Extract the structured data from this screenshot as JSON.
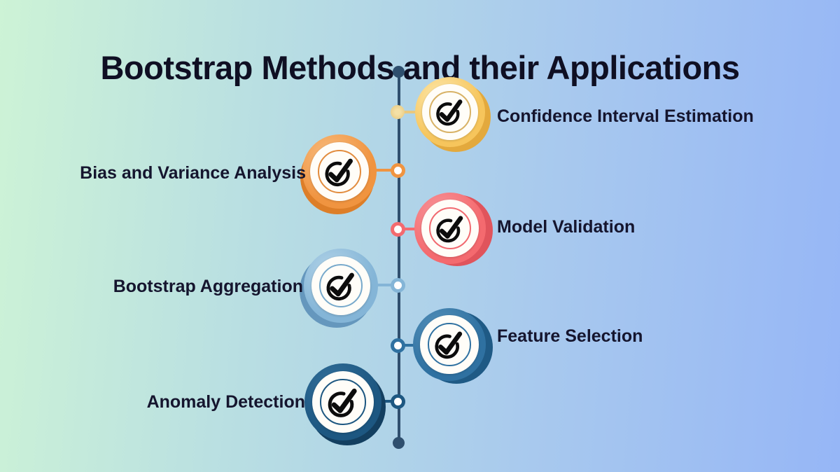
{
  "title": "Bootstrap Methods and their Applications",
  "background": {
    "gradient_left": "#cdf3d6",
    "gradient_right": "#96b6f6"
  },
  "timeline": {
    "line_color": "#2f4f6e",
    "icon": "check-circle",
    "items": [
      {
        "label": "Confidence Interval Estimation",
        "side": "right",
        "color_name": "yellow",
        "color": "#f6c55c"
      },
      {
        "label": "Bias and Variance Analysis",
        "side": "left",
        "color_name": "orange",
        "color": "#f09440"
      },
      {
        "label": "Model Validation",
        "side": "right",
        "color_name": "red",
        "color": "#f46a6f"
      },
      {
        "label": "Bootstrap Aggregation",
        "side": "left",
        "color_name": "light-blue",
        "color": "#84b5d7"
      },
      {
        "label": "Feature Selection",
        "side": "right",
        "color_name": "blue",
        "color": "#2f71a1"
      },
      {
        "label": "Anomaly Detection",
        "side": "left",
        "color_name": "navy",
        "color": "#1d5781"
      }
    ]
  }
}
